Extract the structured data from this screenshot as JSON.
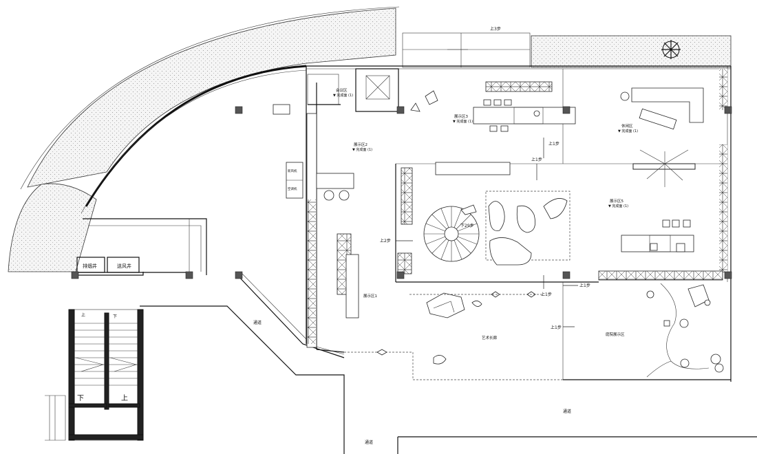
{
  "colors": {
    "line": "#111111",
    "landscape_fill": "#f2f2f2",
    "column_fill": "#555555",
    "background": "#ffffff"
  },
  "labels": {
    "exhibition_1": "展示区1",
    "exhibition_2": "展示区2",
    "exhibition_2_level": "▼ 完成面 (1)",
    "exhibition_3": "展示区3",
    "exhibition_3_level": "▼ 完成面 (1)",
    "exhibition_5": "展示区5",
    "exhibition_5_level": "▼ 完成面 (1)",
    "lounge": "休闲区",
    "lounge_level": "▼ 完成面 (1)",
    "meeting": "会议区",
    "meeting_level": "▼ 完成面 (1)",
    "art_corridor": "艺术长廊",
    "courtyard": "庭院展示区",
    "exhaust_shaft": "排烟井",
    "supply_shaft": "送风井",
    "passage_left": "通道",
    "passage_bottom_right": "通道",
    "passage_bottom_mid": "通道",
    "stair_down": "下",
    "stair_up": "上",
    "stair_small_up": "上",
    "stair_small_down": "下",
    "step_up_3_top": "上3步",
    "step_up_1_a": "上1步",
    "step_up_1_b": "上1步",
    "step_up_2": "上2步",
    "step_down_29": "下29步",
    "step_up_1_c": "上1步",
    "step_up_1_d": "上1步",
    "step_up_1_e": "上1步",
    "equip_1": "新风机",
    "equip_2": "空调机"
  }
}
